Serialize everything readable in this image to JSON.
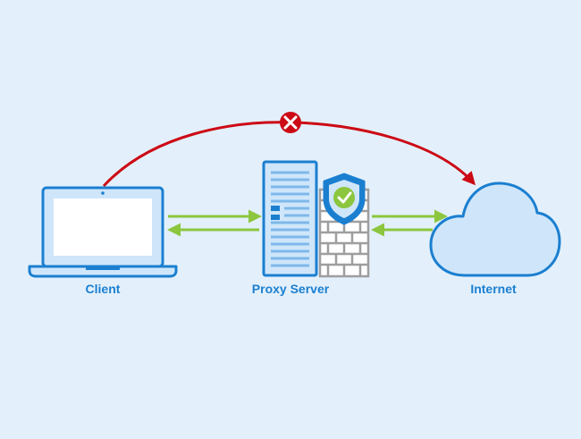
{
  "labels": {
    "client": "Client",
    "proxy_server": "Proxy Server",
    "internet": "Internet"
  },
  "nodes": [
    {
      "id": "client",
      "icon": "laptop-icon"
    },
    {
      "id": "proxy_server",
      "icon": "server-icon"
    },
    {
      "id": "firewall",
      "icon": "brick-wall-icon"
    },
    {
      "id": "security",
      "icon": "shield-check-icon"
    },
    {
      "id": "internet",
      "icon": "cloud-icon"
    }
  ],
  "edges": [
    {
      "from": "client",
      "to": "proxy_server",
      "style": "bidirectional",
      "color": "#8cc63f"
    },
    {
      "from": "proxy_server",
      "to": "internet",
      "style": "bidirectional",
      "color": "#8cc63f"
    },
    {
      "from": "client",
      "to": "internet",
      "style": "blocked",
      "color": "#cc0a15",
      "marker": "blocked-x-icon"
    }
  ],
  "colors": {
    "background": "#e3f0fb",
    "outline": "#1b7fd0",
    "fill_light": "#cfe6fa",
    "screen": "#ffffff",
    "allowed_arrow": "#8cc63f",
    "blocked_arrow": "#cc0a15",
    "wall": "#9e9e9e",
    "check": "#8cc63f"
  }
}
